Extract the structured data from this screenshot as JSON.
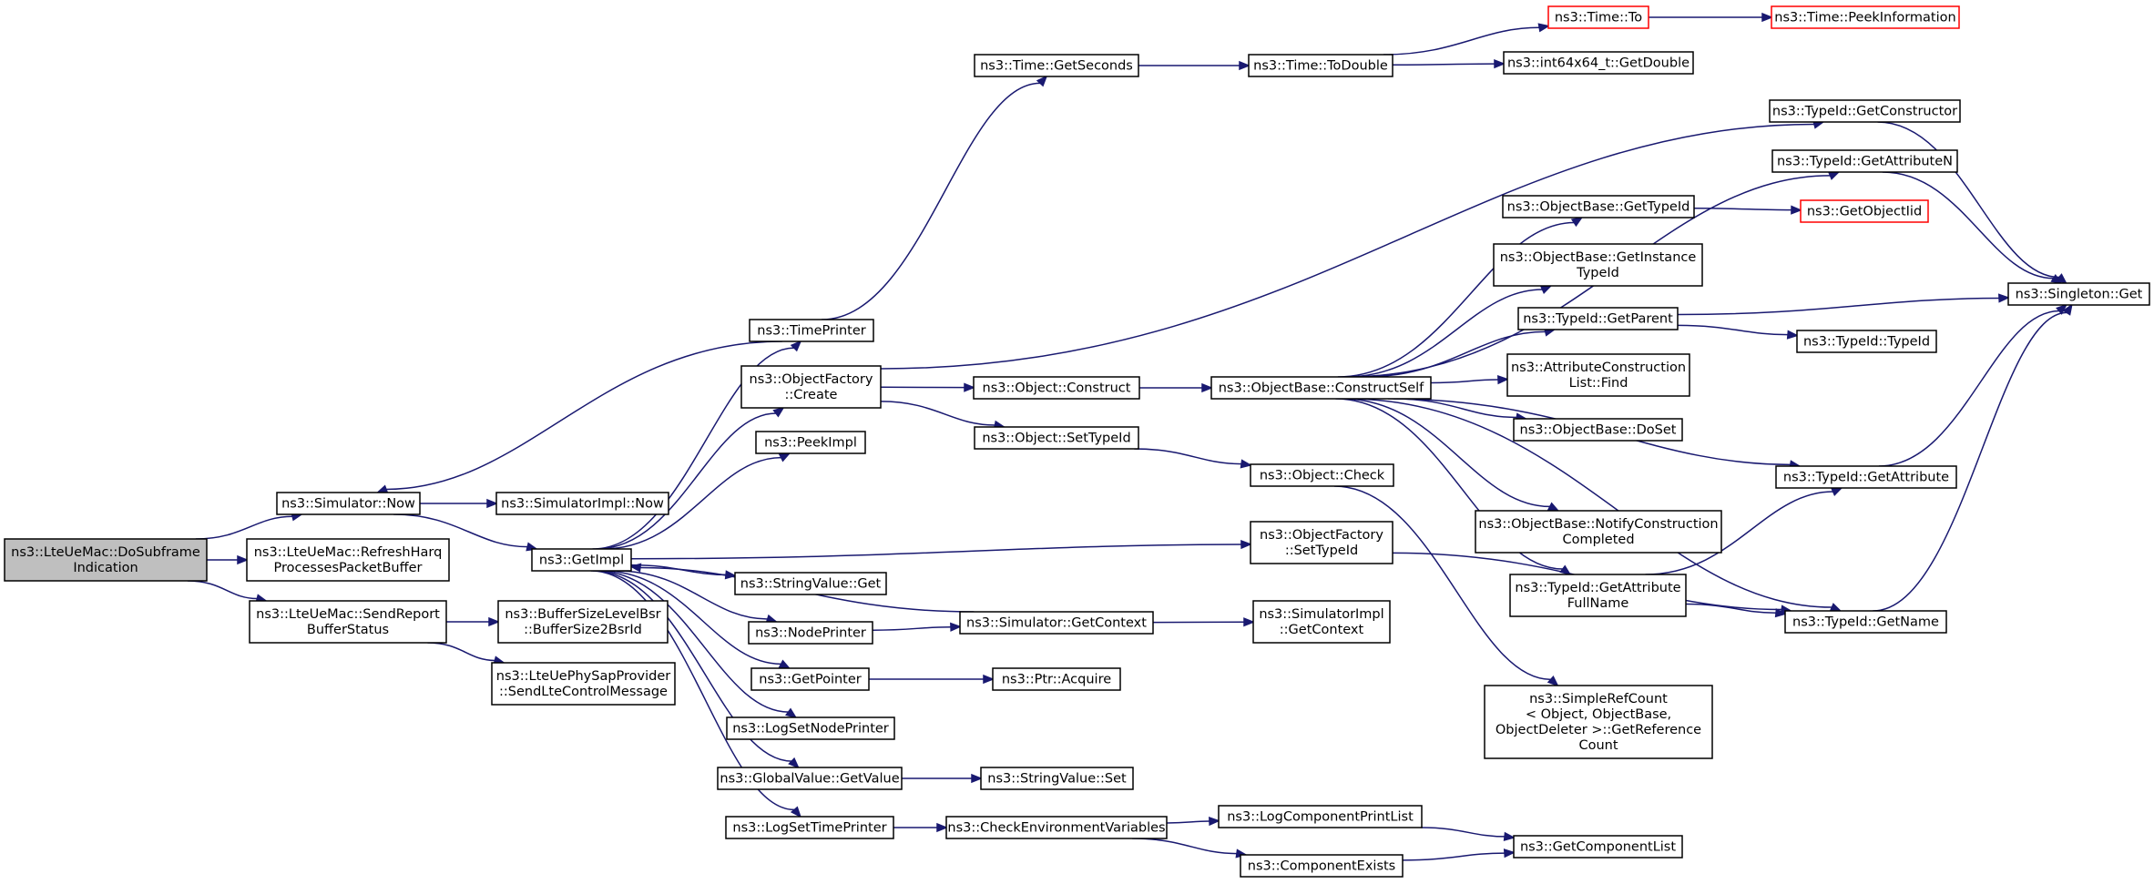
{
  "colors": {
    "edge": "#191970",
    "border": "#000000",
    "border_incomplete": "#ff0000",
    "root_fill": "#bfbfbf",
    "fill": "#ffffff",
    "text": "#000000"
  },
  "nodes": [
    {
      "id": "root",
      "lines": [
        "ns3::LteUeMac::DoSubframe",
        "Indication"
      ],
      "style": "root"
    },
    {
      "id": "sim_now",
      "lines": [
        "ns3::Simulator::Now"
      ]
    },
    {
      "id": "refresh_harq",
      "lines": [
        "ns3::LteUeMac::RefreshHarq",
        "ProcessesPacketBuffer"
      ]
    },
    {
      "id": "send_report",
      "lines": [
        "ns3::LteUeMac::SendReport",
        "BufferStatus"
      ]
    },
    {
      "id": "simimpl_now",
      "lines": [
        "ns3::SimulatorImpl::Now"
      ]
    },
    {
      "id": "getimpl",
      "lines": [
        "ns3::GetImpl"
      ]
    },
    {
      "id": "bsr",
      "lines": [
        "ns3::BufferSizeLevelBsr",
        "::BufferSize2BsrId"
      ]
    },
    {
      "id": "sendlte",
      "lines": [
        "ns3::LteUePhySapProvider",
        "::SendLteControlMessage"
      ]
    },
    {
      "id": "timeprinter",
      "lines": [
        "ns3::TimePrinter"
      ]
    },
    {
      "id": "of_create",
      "lines": [
        "ns3::ObjectFactory",
        "::Create"
      ]
    },
    {
      "id": "peekimpl",
      "lines": [
        "ns3::PeekImpl"
      ]
    },
    {
      "id": "stringvalue_get",
      "lines": [
        "ns3::StringValue::Get"
      ]
    },
    {
      "id": "nodeprinter",
      "lines": [
        "ns3::NodePrinter"
      ]
    },
    {
      "id": "getpointer",
      "lines": [
        "ns3::GetPointer"
      ]
    },
    {
      "id": "logsetnodeprinter",
      "lines": [
        "ns3::LogSetNodePrinter"
      ]
    },
    {
      "id": "gv_getvalue",
      "lines": [
        "ns3::GlobalValue::GetValue"
      ]
    },
    {
      "id": "logsettimeprinter",
      "lines": [
        "ns3::LogSetTimePrinter"
      ]
    },
    {
      "id": "time_getseconds",
      "lines": [
        "ns3::Time::GetSeconds"
      ]
    },
    {
      "id": "obj_construct",
      "lines": [
        "ns3::Object::Construct"
      ]
    },
    {
      "id": "obj_settypeid",
      "lines": [
        "ns3::Object::SetTypeId"
      ]
    },
    {
      "id": "sim_getcontext",
      "lines": [
        "ns3::Simulator::GetContext"
      ]
    },
    {
      "id": "ptr_acquire",
      "lines": [
        "ns3::Ptr::Acquire"
      ]
    },
    {
      "id": "stringvalue_set",
      "lines": [
        "ns3::StringValue::Set"
      ]
    },
    {
      "id": "checkenv",
      "lines": [
        "ns3::CheckEnvironmentVariables"
      ]
    },
    {
      "id": "time_todouble",
      "lines": [
        "ns3::Time::ToDouble"
      ]
    },
    {
      "id": "ob_constructself",
      "lines": [
        "ns3::ObjectBase::ConstructSelf"
      ]
    },
    {
      "id": "obj_check",
      "lines": [
        "ns3::Object::Check"
      ]
    },
    {
      "id": "of_settypeid",
      "lines": [
        "ns3::ObjectFactory",
        "::SetTypeId"
      ]
    },
    {
      "id": "simimpl_getcontext",
      "lines": [
        "ns3::SimulatorImpl",
        "::GetContext"
      ]
    },
    {
      "id": "logcomponentprintlist",
      "lines": [
        "ns3::LogComponentPrintList"
      ]
    },
    {
      "id": "componentexists",
      "lines": [
        "ns3::ComponentExists"
      ]
    },
    {
      "id": "time_to",
      "lines": [
        "ns3::Time::To"
      ],
      "style": "incomplete"
    },
    {
      "id": "int64_getdouble",
      "lines": [
        "ns3::int64x64_t::GetDouble"
      ]
    },
    {
      "id": "ob_gettypeid",
      "lines": [
        "ns3::ObjectBase::GetTypeId"
      ]
    },
    {
      "id": "ob_getinstancetypeid",
      "lines": [
        "ns3::ObjectBase::GetInstance",
        "TypeId"
      ]
    },
    {
      "id": "tid_getparent",
      "lines": [
        "ns3::TypeId::GetParent"
      ]
    },
    {
      "id": "attrconstruction_find",
      "lines": [
        "ns3::AttributeConstruction",
        "List::Find"
      ]
    },
    {
      "id": "ob_doset",
      "lines": [
        "ns3::ObjectBase::DoSet"
      ]
    },
    {
      "id": "ob_notify",
      "lines": [
        "ns3::ObjectBase::NotifyConstruction",
        "Completed"
      ]
    },
    {
      "id": "tid_getattributefullname",
      "lines": [
        "ns3::TypeId::GetAttribute",
        "FullName"
      ]
    },
    {
      "id": "simplerefcount",
      "lines": [
        "ns3::SimpleRefCount",
        "< Object, ObjectBase,",
        " ObjectDeleter >::GetReference",
        "Count"
      ]
    },
    {
      "id": "getcomponentlist",
      "lines": [
        "ns3::GetComponentList"
      ]
    },
    {
      "id": "time_peekinformation",
      "lines": [
        "ns3::Time::PeekInformation"
      ],
      "style": "incomplete"
    },
    {
      "id": "tid_getconstructor",
      "lines": [
        "ns3::TypeId::GetConstructor"
      ]
    },
    {
      "id": "tid_getattributen",
      "lines": [
        "ns3::TypeId::GetAttributeN"
      ]
    },
    {
      "id": "getobjectiid",
      "lines": [
        "ns3::GetObjectIid"
      ],
      "style": "incomplete"
    },
    {
      "id": "tid_typeid",
      "lines": [
        "ns3::TypeId::TypeId"
      ]
    },
    {
      "id": "tid_getattribute",
      "lines": [
        "ns3::TypeId::GetAttribute"
      ]
    },
    {
      "id": "tid_getname",
      "lines": [
        "ns3::TypeId::GetName"
      ]
    },
    {
      "id": "singleton_get",
      "lines": [
        "ns3::Singleton::Get"
      ]
    }
  ],
  "edges": [
    [
      "root",
      "sim_now"
    ],
    [
      "root",
      "refresh_harq"
    ],
    [
      "root",
      "send_report"
    ],
    [
      "sim_now",
      "simimpl_now"
    ],
    [
      "sim_now",
      "getimpl"
    ],
    [
      "send_report",
      "bsr"
    ],
    [
      "send_report",
      "sendlte"
    ],
    [
      "timeprinter",
      "sim_now"
    ],
    [
      "getimpl",
      "timeprinter"
    ],
    [
      "getimpl",
      "of_create"
    ],
    [
      "getimpl",
      "peekimpl"
    ],
    [
      "getimpl",
      "of_settypeid"
    ],
    [
      "getimpl",
      "stringvalue_get"
    ],
    [
      "getimpl",
      "nodeprinter"
    ],
    [
      "getimpl",
      "getpointer"
    ],
    [
      "getimpl",
      "logsetnodeprinter"
    ],
    [
      "getimpl",
      "gv_getvalue"
    ],
    [
      "getimpl",
      "logsettimeprinter"
    ],
    [
      "sim_getcontext",
      "getimpl"
    ],
    [
      "timeprinter",
      "time_getseconds"
    ],
    [
      "of_create",
      "obj_construct"
    ],
    [
      "of_create",
      "obj_settypeid"
    ],
    [
      "of_create",
      "tid_getconstructor"
    ],
    [
      "nodeprinter",
      "sim_getcontext"
    ],
    [
      "getpointer",
      "ptr_acquire"
    ],
    [
      "gv_getvalue",
      "stringvalue_set"
    ],
    [
      "logsettimeprinter",
      "checkenv"
    ],
    [
      "time_getseconds",
      "time_todouble"
    ],
    [
      "obj_construct",
      "ob_constructself"
    ],
    [
      "obj_settypeid",
      "obj_check"
    ],
    [
      "sim_getcontext",
      "simimpl_getcontext"
    ],
    [
      "checkenv",
      "logcomponentprintlist"
    ],
    [
      "checkenv",
      "componentexists"
    ],
    [
      "time_todouble",
      "time_to"
    ],
    [
      "time_todouble",
      "int64_getdouble"
    ],
    [
      "ob_constructself",
      "tid_getattributen"
    ],
    [
      "ob_constructself",
      "ob_gettypeid"
    ],
    [
      "ob_constructself",
      "ob_getinstancetypeid"
    ],
    [
      "ob_constructself",
      "tid_getparent"
    ],
    [
      "ob_constructself",
      "attrconstruction_find"
    ],
    [
      "ob_constructself",
      "ob_doset"
    ],
    [
      "ob_constructself",
      "tid_getattribute"
    ],
    [
      "ob_constructself",
      "ob_notify"
    ],
    [
      "ob_constructself",
      "tid_getattributefullname"
    ],
    [
      "ob_constructself",
      "tid_getname"
    ],
    [
      "obj_check",
      "simplerefcount"
    ],
    [
      "of_settypeid",
      "tid_getname"
    ],
    [
      "logcomponentprintlist",
      "getcomponentlist"
    ],
    [
      "componentexists",
      "getcomponentlist"
    ],
    [
      "time_to",
      "time_peekinformation"
    ],
    [
      "ob_gettypeid",
      "getobjectiid"
    ],
    [
      "tid_getparent",
      "singleton_get"
    ],
    [
      "tid_getparent",
      "tid_typeid"
    ],
    [
      "tid_getattributefullname",
      "tid_getattribute"
    ],
    [
      "tid_getattributefullname",
      "tid_getname"
    ],
    [
      "tid_getconstructor",
      "singleton_get"
    ],
    [
      "tid_getattributen",
      "singleton_get"
    ],
    [
      "tid_getattribute",
      "singleton_get"
    ],
    [
      "tid_getname",
      "singleton_get"
    ]
  ]
}
